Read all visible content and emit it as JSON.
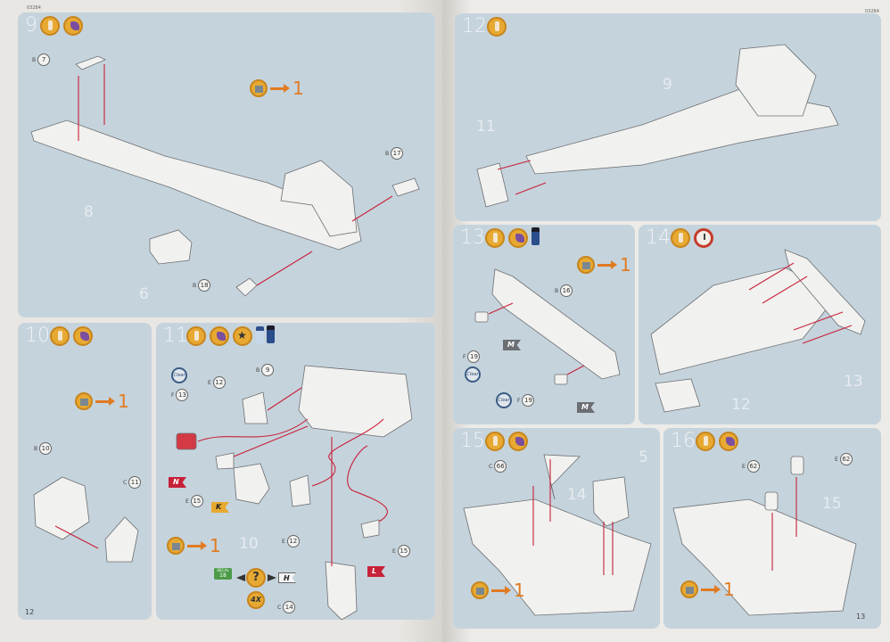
{
  "doc_code_left": "03284",
  "doc_code_right": "03284",
  "page_left": "12",
  "page_right": "13",
  "counter_value": "1",
  "steps": [
    {
      "number": "9",
      "ghosts": [
        "8",
        "6"
      ],
      "callouts": [
        {
          "s": "B",
          "p": "7"
        },
        {
          "s": "B",
          "p": "17"
        },
        {
          "s": "B",
          "p": "18"
        }
      ]
    },
    {
      "number": "10",
      "callouts": [
        {
          "s": "B",
          "p": "10"
        },
        {
          "s": "C",
          "p": "11"
        }
      ]
    },
    {
      "number": "11",
      "ghosts": [
        "10"
      ],
      "callouts": [
        {
          "s": "F",
          "p": "13"
        },
        {
          "s": "E",
          "p": "12"
        },
        {
          "s": "B",
          "p": "9"
        },
        {
          "s": "E",
          "p": "15"
        },
        {
          "s": "E",
          "p": "12"
        },
        {
          "s": "E",
          "p": "15"
        },
        {
          "s": "C",
          "p": "14"
        }
      ],
      "flags": [
        "N",
        "K",
        "H",
        "L"
      ],
      "clear": "Clear",
      "decal": "DECAL",
      "decal_no": "18",
      "question": "?",
      "multiplier": "4X"
    },
    {
      "number": "12",
      "ghosts": [
        "9",
        "11"
      ]
    },
    {
      "number": "13",
      "callouts": [
        {
          "s": "B",
          "p": "16"
        },
        {
          "s": "F",
          "p": "19"
        },
        {
          "s": "F",
          "p": "19"
        }
      ],
      "flags": [
        "M",
        "M"
      ],
      "clear": "Clear"
    },
    {
      "number": "14",
      "ghosts": [
        "12",
        "13"
      ]
    },
    {
      "number": "15",
      "ghosts": [
        "5",
        "14"
      ],
      "callouts": [
        {
          "s": "C",
          "p": "66"
        }
      ]
    },
    {
      "number": "16",
      "ghosts": [
        "15"
      ],
      "callouts": [
        {
          "s": "E",
          "p": "62"
        },
        {
          "s": "E",
          "p": "62"
        }
      ]
    }
  ],
  "colors": {
    "panel": "#c5d3dc",
    "accent": "#e7a931",
    "arrow": "#c8213a",
    "counter": "#e07b22"
  }
}
